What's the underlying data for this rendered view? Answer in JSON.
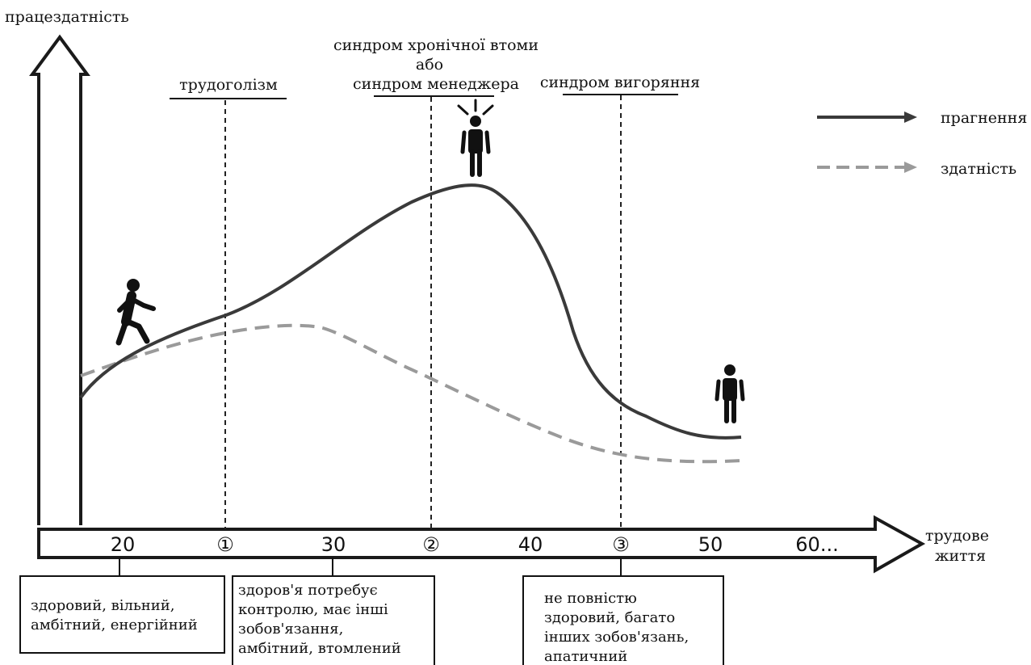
{
  "y_axis_label": "працездатність",
  "x_axis_label": [
    "трудове",
    "життя"
  ],
  "age_ticks": [
    "20",
    "30",
    "40",
    "50",
    "60..."
  ],
  "stage_markers": [
    "①",
    "②",
    "③"
  ],
  "stages": [
    {
      "title_lines": [
        "трудоголізм"
      ]
    },
    {
      "title_lines": [
        "синдром хронічної втоми",
        "або",
        "синдром менеджера"
      ]
    },
    {
      "title_lines": [
        "синдром вигоряння"
      ]
    }
  ],
  "legend": {
    "aspiration": {
      "label": "прагнення",
      "color": "#3a3a3a",
      "style": "solid"
    },
    "ability": {
      "label": "здатність",
      "color": "#9a9a9a",
      "style": "dashed"
    }
  },
  "notes": [
    {
      "lines": [
        "здоровий, вільний,",
        "амбітний, енергійний"
      ]
    },
    {
      "lines": [
        "здоров'я потребує",
        "контролю, має інші",
        "зобов'язання,",
        "амбітний, втомлений"
      ]
    },
    {
      "lines": [
        "не повністю",
        "здоровий, багато",
        "інших зобов'язань,",
        "апатичний"
      ]
    }
  ],
  "figures": [
    "walking-person-icon",
    "stressed-person-icon",
    "standing-person-icon"
  ]
}
